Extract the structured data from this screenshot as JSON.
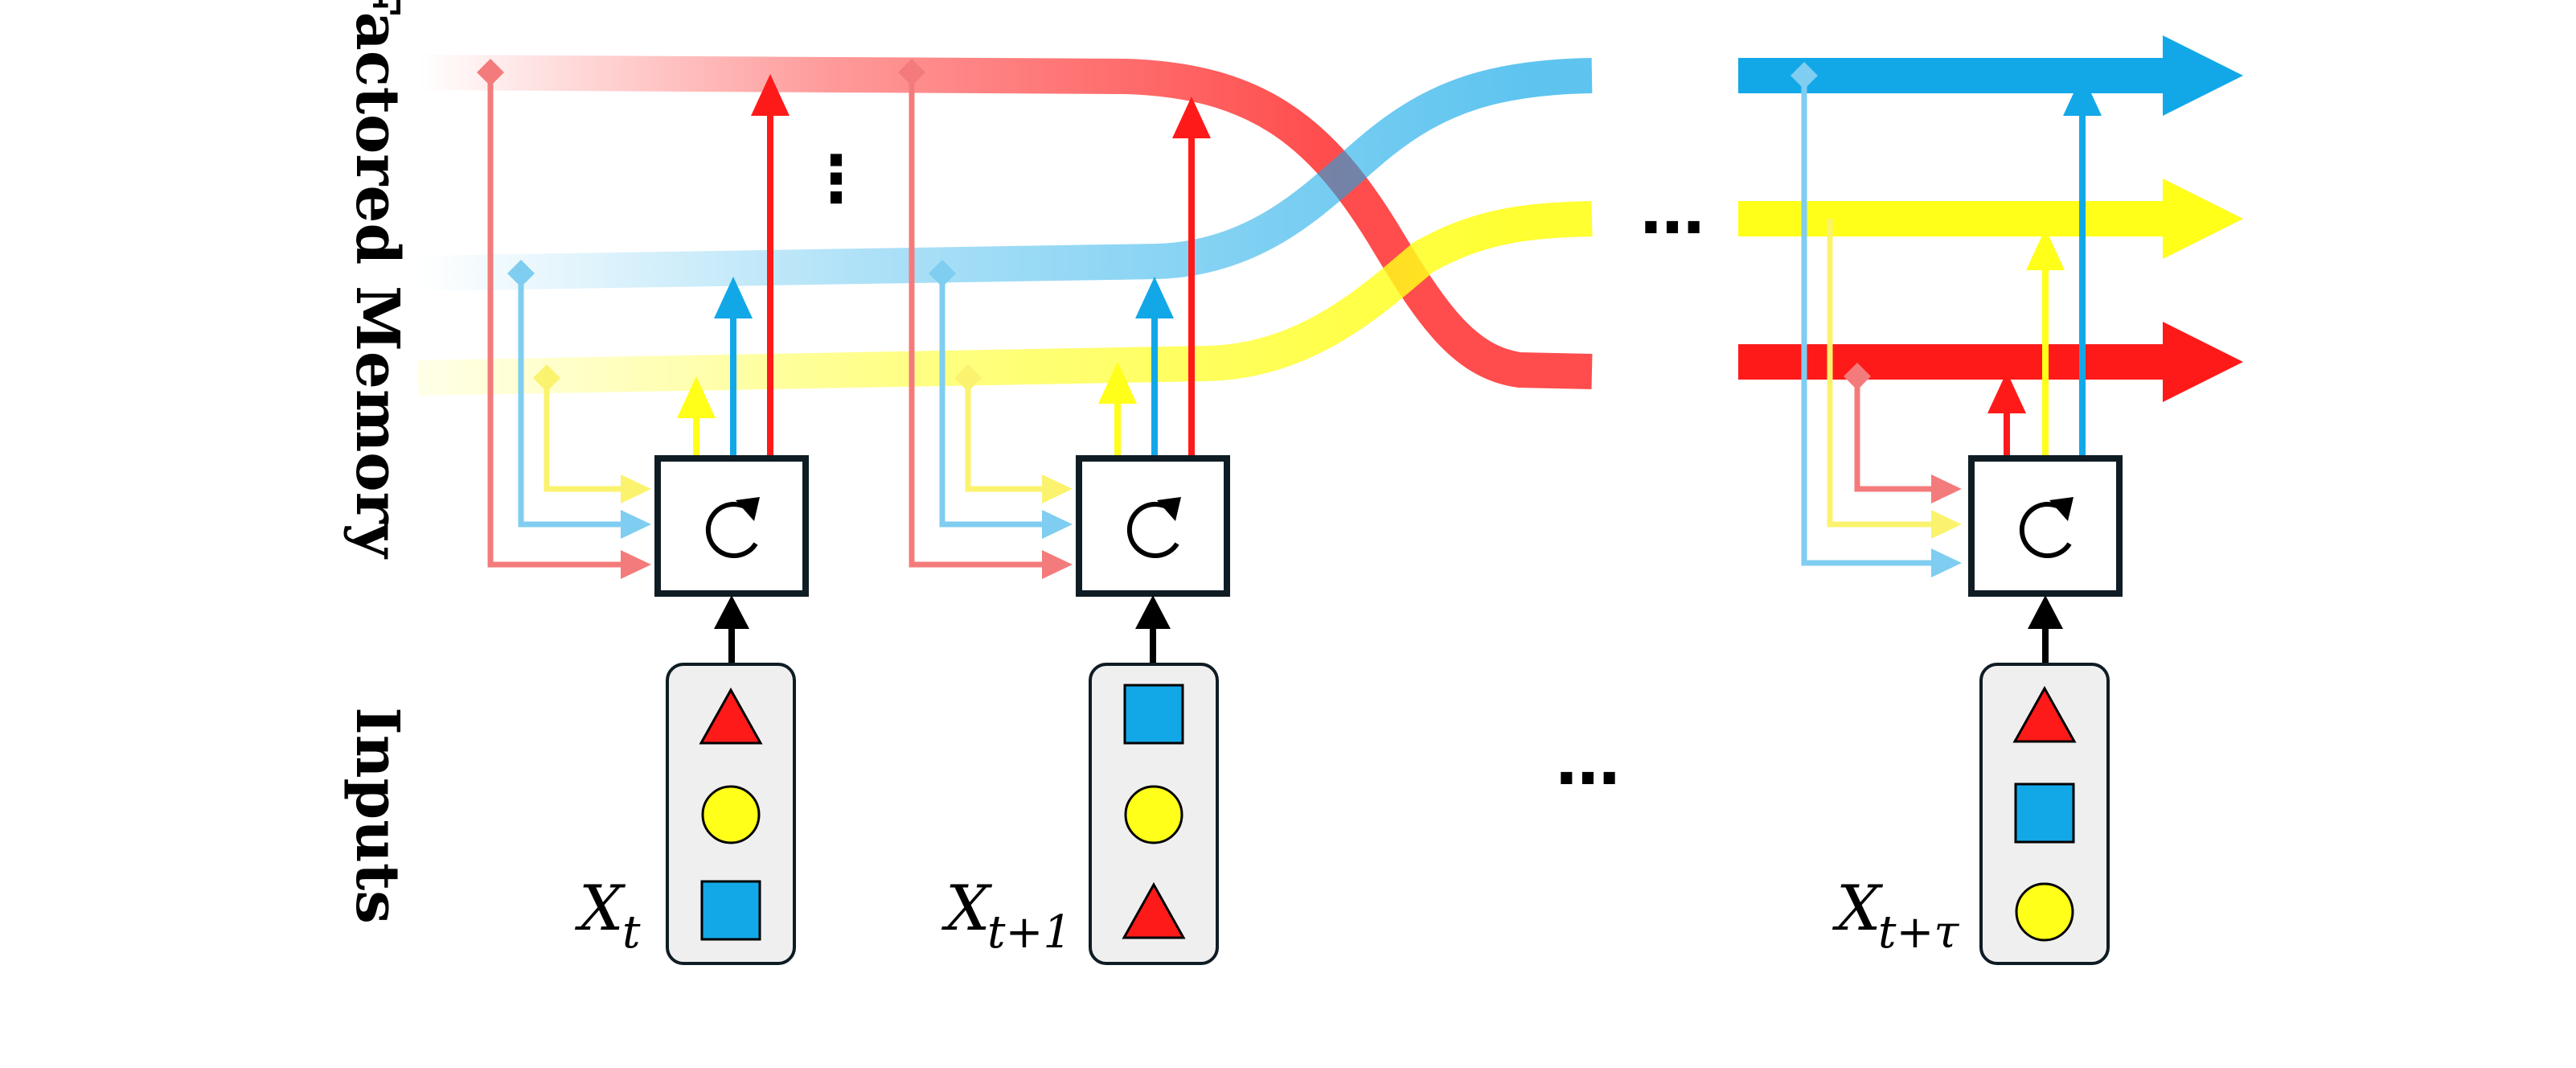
{
  "labels": {
    "memory": "Factored Memory",
    "inputs": "Inputs"
  },
  "ellipses": {
    "memory_vertical": "⋮",
    "memory_horizontal": "…",
    "inputs_horizontal": "…"
  },
  "timesteps": [
    {
      "var": "X",
      "sub": "t",
      "shapes": [
        "triangle",
        "circle",
        "square"
      ]
    },
    {
      "var": "X",
      "sub": "t+1",
      "shapes": [
        "square",
        "circle",
        "triangle"
      ]
    },
    {
      "var": "X",
      "sub": "t+τ",
      "shapes": [
        "triangle",
        "square",
        "circle"
      ]
    }
  ],
  "colors": {
    "red": "#ff1a1a",
    "blue": "#12a8e8",
    "yellow": "#ffff1a",
    "red_light": "#f47b7b",
    "blue_light": "#7fcdf0",
    "yellow_light": "#fbf36e",
    "input_box_fill": "#efefef",
    "recurrent_border": "#0f1c24"
  },
  "icons": {
    "recurrent_cell": "refresh-cycle-icon"
  }
}
